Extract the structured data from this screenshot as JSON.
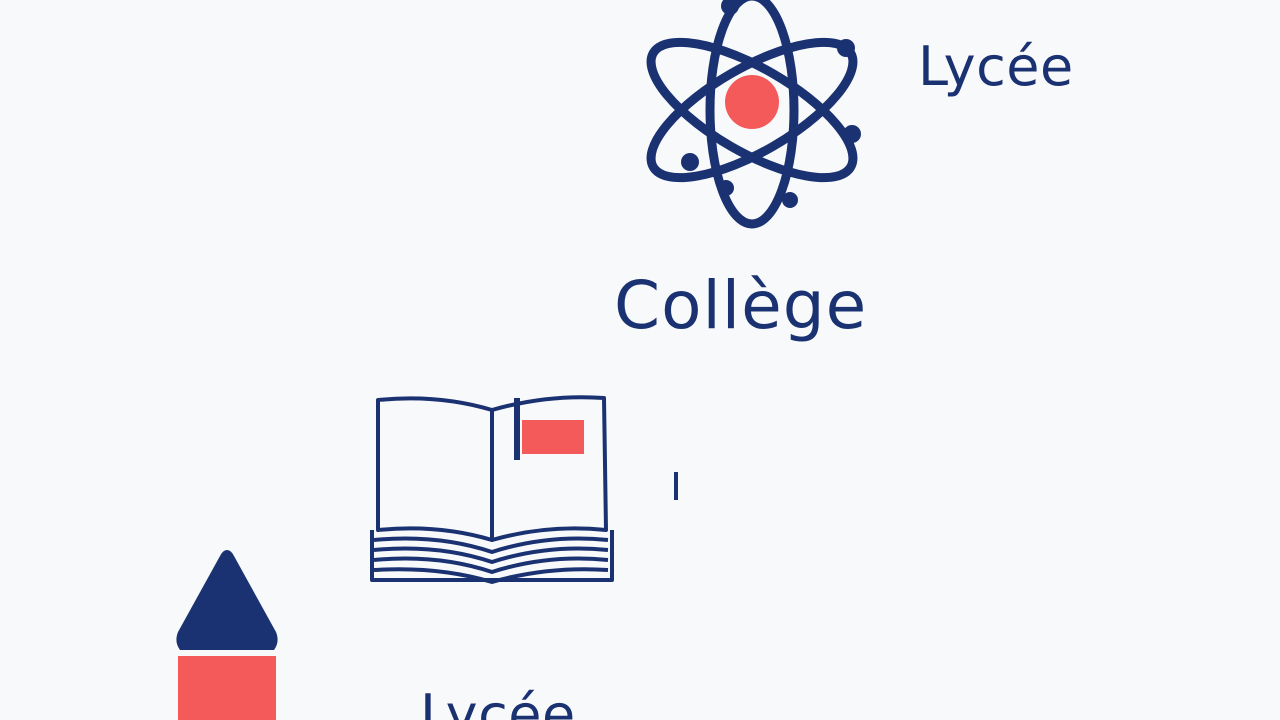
{
  "stages": [
    {
      "label": "Lycée",
      "icon": "atom-icon"
    },
    {
      "label": "Collège",
      "icon": "open-book-icon"
    },
    {
      "label": "Lycée",
      "icon": "pencil-icon"
    }
  ],
  "colors": {
    "navy": "#1b3272",
    "coral": "#f55a5a",
    "background": "#f8f9fa"
  }
}
